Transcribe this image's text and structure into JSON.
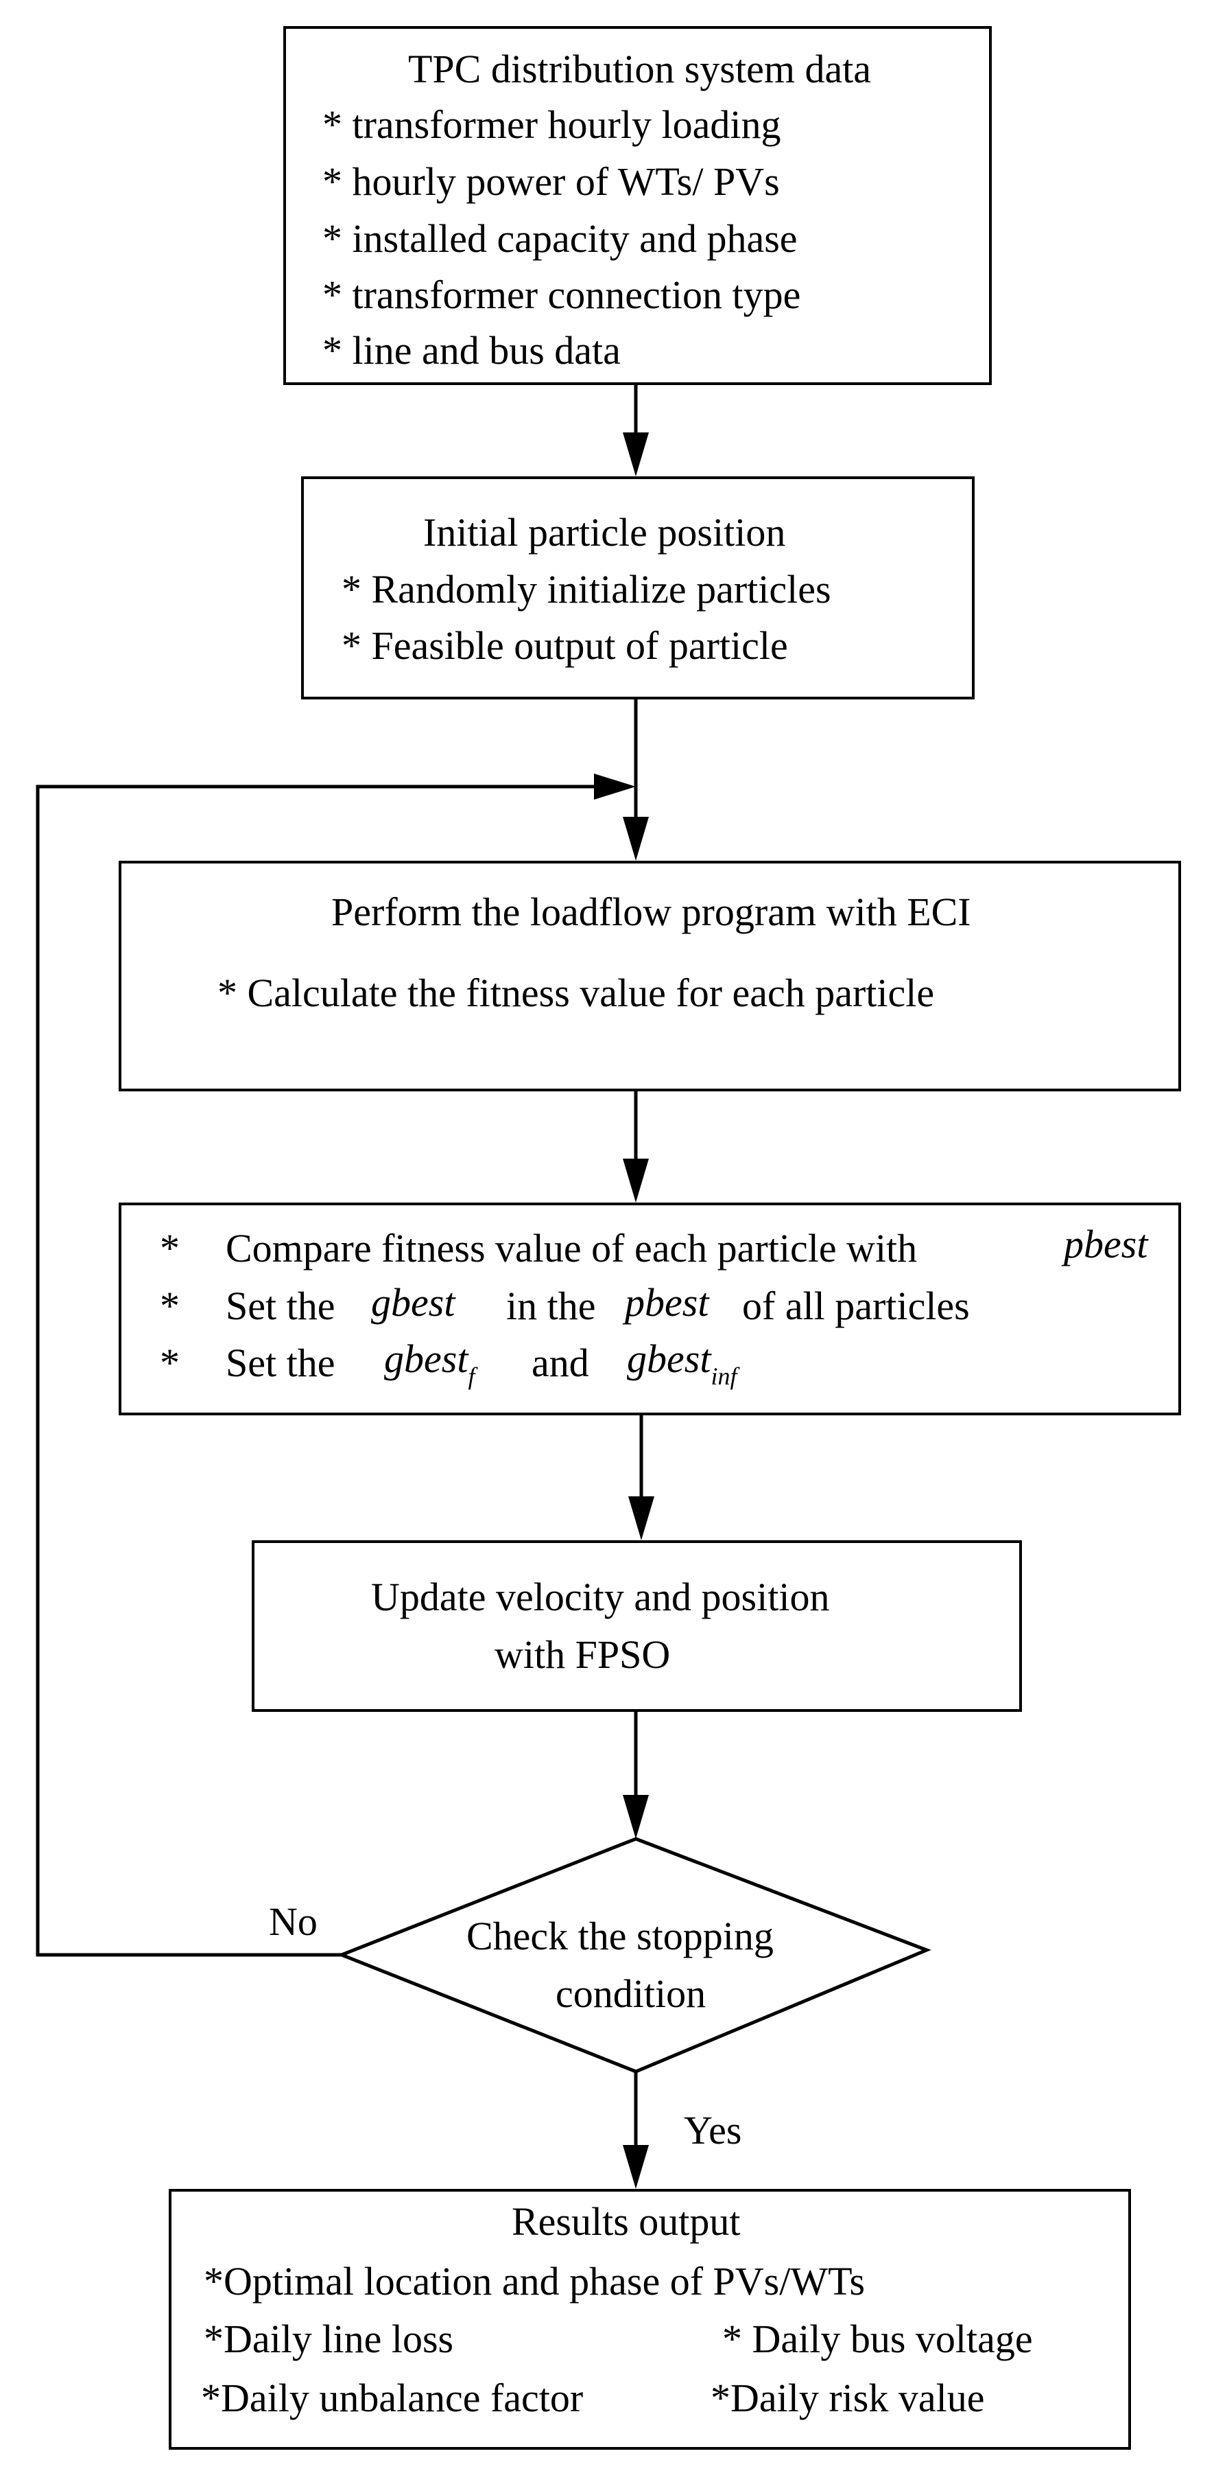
{
  "boxes": {
    "input": {
      "title": "TPC distribution system data",
      "items": [
        "* transformer hourly loading",
        "* hourly power of WTs/ PVs",
        "* installed capacity and phase",
        "* transformer connection type",
        "* line and bus data"
      ]
    },
    "init": {
      "title": "Initial particle position",
      "items": [
        "*  Randomly initialize particles",
        "*  Feasible output of particle"
      ]
    },
    "loadflow": {
      "title": "Perform the loadflow program with ECI",
      "items": [
        "*  Calculate the fitness value for each particle"
      ]
    },
    "compare": {
      "bullet": "*",
      "line1_text": "Compare fitness value of each particle with",
      "line1_pbest": "pbest",
      "line2_text_a": "Set the",
      "line2_gbest": "gbest",
      "line2_text_b": "in the",
      "line2_pbest": "pbest",
      "line2_text_c": "of all particles",
      "line3_text_a": "Set the",
      "line3_gbest_f": "gbest",
      "line3_sub_f": "f",
      "line3_and": "and",
      "line3_gbest_inf": "gbest",
      "line3_sub_inf": "inf"
    },
    "update": {
      "line1": "Update velocity and position",
      "line2": "with FPSO"
    },
    "check": {
      "line1": "Check the stopping",
      "line2": "condition"
    },
    "results": {
      "title": "Results output",
      "item1": "*Optimal location and phase of PVs/WTs",
      "item2": "*Daily line loss",
      "item3": "* Daily bus voltage",
      "item4": "*Daily unbalance factor",
      "item5": "*Daily risk value"
    }
  },
  "edges": {
    "no_label": "No",
    "yes_label": "Yes"
  }
}
